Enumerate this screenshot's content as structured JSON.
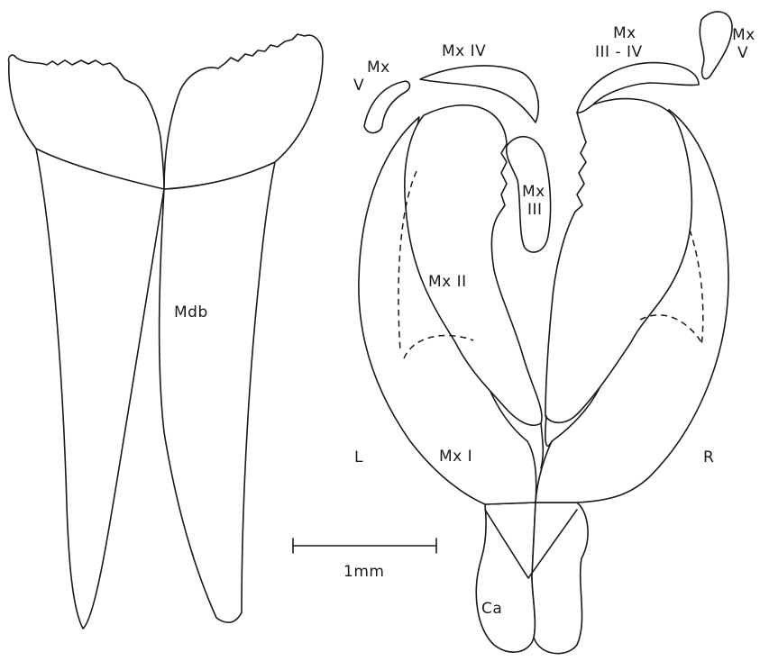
{
  "labels": {
    "mandible": "Mdb",
    "mx_v_left": [
      "Mx",
      "V"
    ],
    "mx_iv": "Mx IV",
    "mx_iii_iv": [
      "Mx",
      "III - IV"
    ],
    "mx_v_right": [
      "Mx",
      "V"
    ],
    "mx_iii": [
      "Mx",
      "III"
    ],
    "mx_ii": "Mx II",
    "mx_i": "Mx I",
    "left": "L",
    "right": "R",
    "carrier": "Ca",
    "scale": "1mm"
  }
}
